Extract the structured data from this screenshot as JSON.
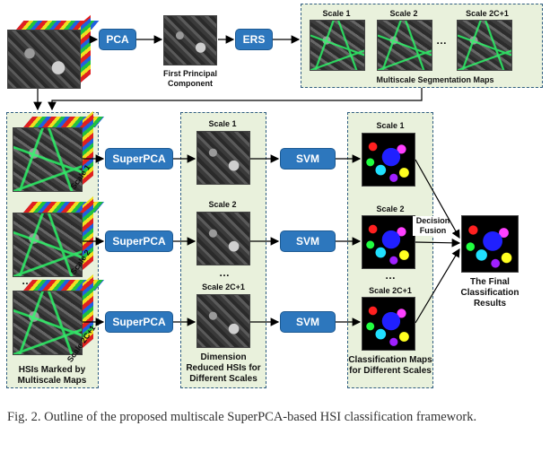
{
  "top": {
    "pca_label": "PCA",
    "ers_label": "ERS",
    "first_pc_label": "First Principal Component",
    "seg_box": {
      "scales": [
        "Scale 1",
        "Scale 2",
        "Scale 2C+1"
      ],
      "ellipsis": "…",
      "title": "Multiscale Segmentation Maps"
    }
  },
  "left_box": {
    "scales": [
      "Scale 1",
      "Scale 2",
      "Scale 2C+1"
    ],
    "ellipsis": "…",
    "title": "HSIs Marked by Multiscale Maps"
  },
  "superpca_label": "SuperPCA",
  "mid_box": {
    "scales": [
      "Scale 1",
      "Scale 2",
      "Scale 2C+1"
    ],
    "ellipsis": "…",
    "title": "Dimension Reduced HSIs for Different Scales"
  },
  "svm_label": "SVM",
  "right_box": {
    "scales": [
      "Scale 1",
      "Scale 2",
      "Scale 2C+1"
    ],
    "ellipsis": "…",
    "title": "Classification Maps for Different Scales"
  },
  "decision_fusion": "Decision Fusion",
  "final_label": "The Final Classification Results",
  "caption": "Fig. 2.   Outline of the proposed multiscale SuperPCA-based HSI classification framework."
}
